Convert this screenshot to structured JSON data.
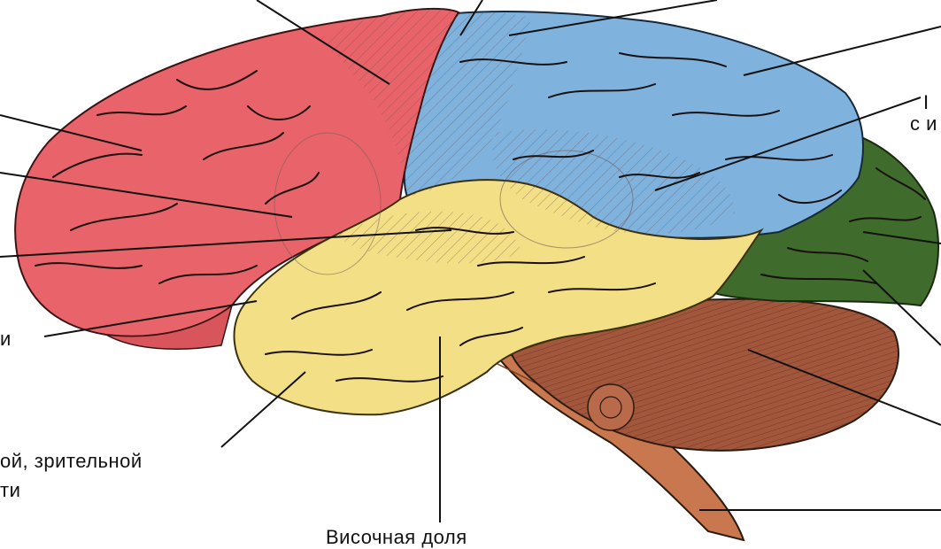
{
  "labels": {
    "temporal_lobe": "Височная доля",
    "left_edge_fragment": "и",
    "assoc_line1": "ой, зрительной",
    "assoc_line2": "ти",
    "right_fragment_1": "I",
    "right_fragment_2": "с и"
  },
  "regions": [
    {
      "name": "frontal-lobe",
      "color": "#e8646a"
    },
    {
      "name": "parietal-lobe",
      "color": "#7fb3de"
    },
    {
      "name": "temporal-lobe",
      "color": "#f3df86"
    },
    {
      "name": "occipital-lobe",
      "color": "#3f6b2c"
    },
    {
      "name": "cerebellum",
      "color": "#a2573d"
    },
    {
      "name": "brain-stem",
      "color": "#c9774f"
    }
  ]
}
